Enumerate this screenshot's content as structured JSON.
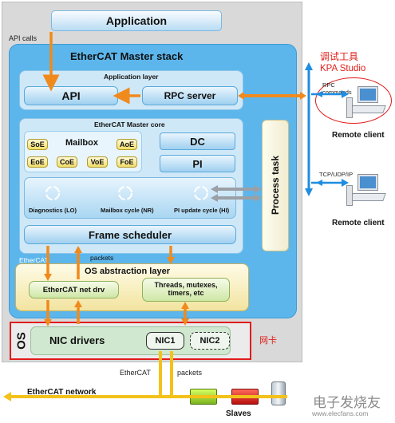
{
  "application": "Application",
  "api_calls": "API calls",
  "master_stack": {
    "title": "EtherCAT Master stack",
    "app_layer": "Application layer",
    "api": "API",
    "rpc_server": "RPC server",
    "core": "EtherCAT Master core",
    "mailbox": "Mailbox",
    "mailbox_items": [
      "SoE",
      "AoE",
      "EoE",
      "CoE",
      "VoE",
      "FoE"
    ],
    "dc": "DC",
    "pi": "PI",
    "cycles": [
      "Diagnostics (LO)",
      "Mailbox cycle (NR)",
      "PI update cycle (HI)"
    ],
    "process_task": "Process task",
    "frame_scheduler": "Frame scheduler"
  },
  "ethercat_label": "EtherCAT",
  "packets_label": "packets",
  "osal": {
    "title": "OS abstraction layer",
    "net_drv": "EtherCAT net drv",
    "threads": "Threads, mutexes, timers, etc"
  },
  "os": {
    "label": "OS",
    "nic_drivers": "NIC drivers",
    "nic1": "NIC1",
    "nic2": "NIC2"
  },
  "annotations": {
    "tool_cn": "调试工具",
    "kpa_studio": "KPA Studio",
    "nic_cn": "网卡"
  },
  "rpc_commands": "RPC commands",
  "tcp": "TCP/UDP/IP",
  "remote_client_1": "Remote client",
  "remote_client_2": "Remote client",
  "ethercat_bottom": "EtherCAT",
  "packets_bottom": "packets",
  "ethercat_network": "EtherCAT network",
  "slaves": "Slaves",
  "watermark": "电子发烧友",
  "watermark_url": "www.elecfans.com"
}
